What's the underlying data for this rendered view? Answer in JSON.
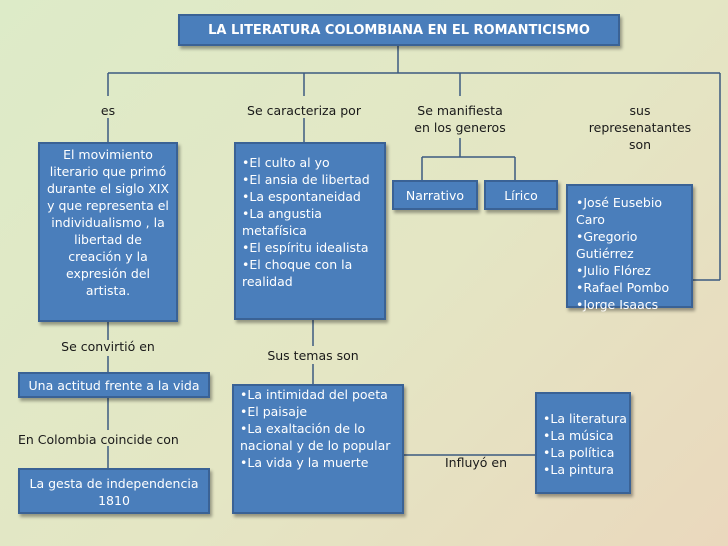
{
  "title": "LA LITERATURA COLOMBIANA EN EL ROMANTICISMO",
  "colors": {
    "box_fill": "#4a7ebb",
    "box_border": "#3a6295",
    "text_on_box": "#ffffff",
    "line": "#3c5a80"
  },
  "branches": {
    "es": {
      "label": "es",
      "box_lines": [
        "El movimiento",
        "literario que primó",
        "durante el siglo XIX",
        "y que representa el",
        "individualismo , la",
        "libertad de",
        "creación y la",
        "expresión del",
        "artista."
      ]
    },
    "caracteriza": {
      "label": "Se caracteriza por",
      "items": [
        "•El culto al yo",
        "•El ansia de libertad",
        "•La espontaneidad",
        "•La angustia metafísica",
        "•El espíritu idealista",
        "•El choque con la realidad"
      ]
    },
    "generos": {
      "label_line1": "Se manifiesta",
      "label_line2": "en los generos",
      "genre_1": "Narrativo",
      "genre_2": "Lírico"
    },
    "representantes": {
      "label_line1": "sus",
      "label_line2": "represenatantes",
      "label_line3": "son",
      "items": [
        "•José Eusebio Caro",
        "•Gregorio Gutiérrez",
        "•Julio Flórez",
        "•Rafael Pombo",
        "•Jorge Isaacs"
      ]
    }
  },
  "lower": {
    "convirtio_label": "Se convirtió en",
    "actitud_box": "Una actitud frente a la vida",
    "coincide_label": "En Colombia coincide con",
    "gesta_line1": "La gesta de independencia",
    "gesta_line2": "1810",
    "temas_label": "Sus temas son",
    "temas_items": [
      "•La intimidad del poeta",
      "•El paisaje",
      "•La exaltación de lo nacional y de lo popular",
      "•La vida y la muerte"
    ],
    "influyo_label": "Influyó en",
    "influyo_items": [
      "•La literatura",
      "•La música",
      "•La política",
      "•La pintura"
    ]
  }
}
